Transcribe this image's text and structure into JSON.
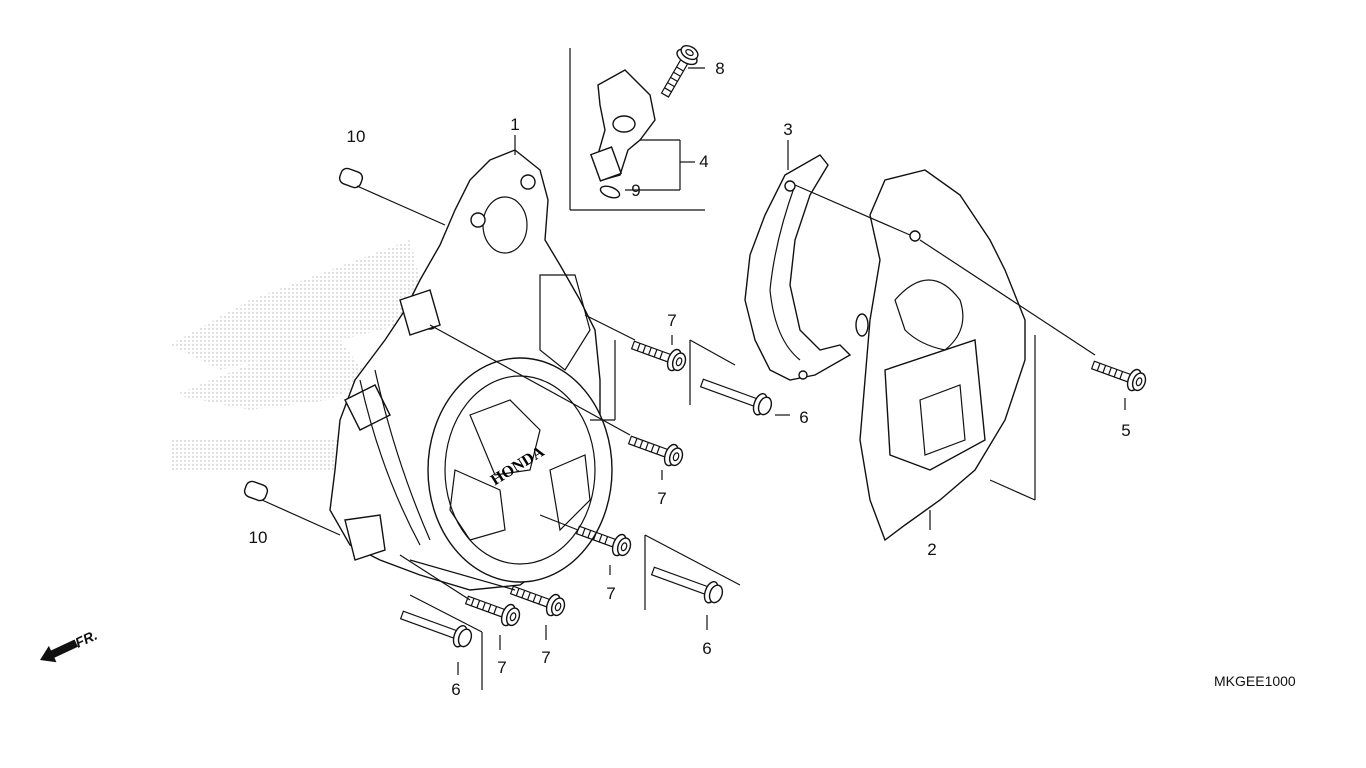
{
  "diagram": {
    "callouts": {
      "p1": "1",
      "p2": "2",
      "p3": "3",
      "p4": "4",
      "p5": "5",
      "p6a": "6",
      "p6b": "6",
      "p6c": "6",
      "p7a": "7",
      "p7b": "7",
      "p7c": "7",
      "p7d": "7",
      "p7e": "7",
      "p8": "8",
      "p9": "9",
      "p10a": "10",
      "p10b": "10"
    },
    "part_code": "MKGEE1000",
    "direction_label": "FR.",
    "cover_logo": "HONDA"
  }
}
